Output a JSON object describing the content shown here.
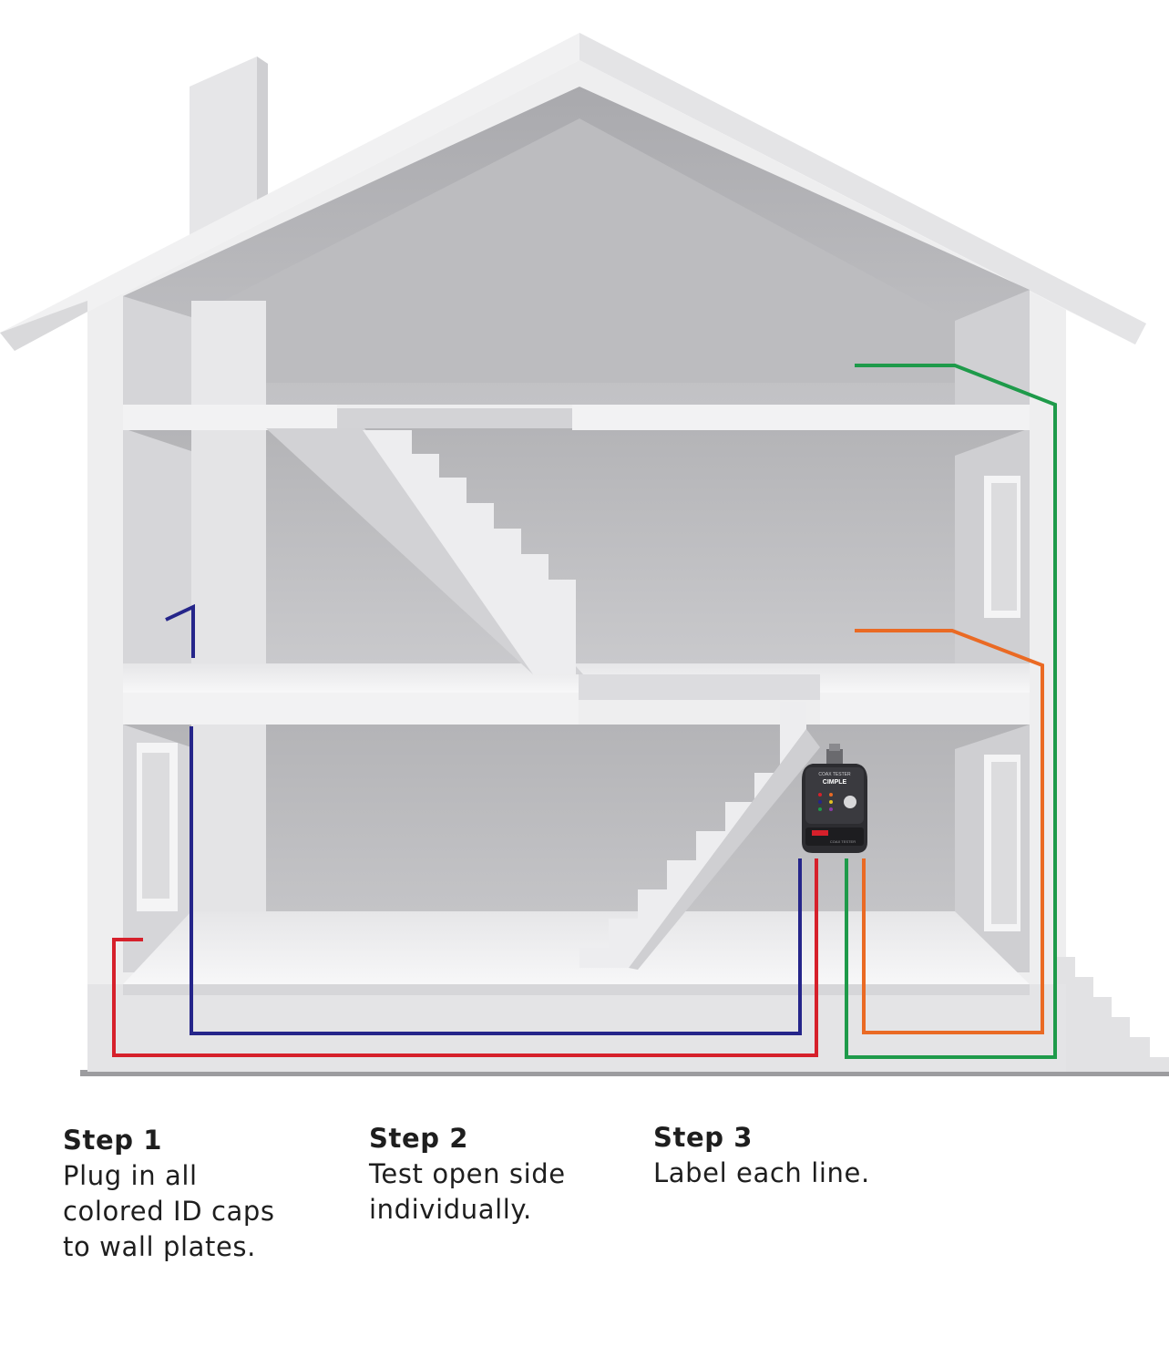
{
  "tester": {
    "top_label": "COAX TESTER",
    "brand": "CIMPLE",
    "bottom_label": "COAX TESTER"
  },
  "steps": [
    {
      "title": "Step 1",
      "body": "Plug in all\ncolored ID caps\nto wall plates."
    },
    {
      "title": "Step 2",
      "body": "Test open side\nindividually."
    },
    {
      "title": "Step 3",
      "body": "Label each line."
    }
  ],
  "colors": {
    "red_line": "#d6202b",
    "blue_line": "#25258a",
    "green_line": "#1e9a4a",
    "orange_line": "#ea6a24"
  }
}
